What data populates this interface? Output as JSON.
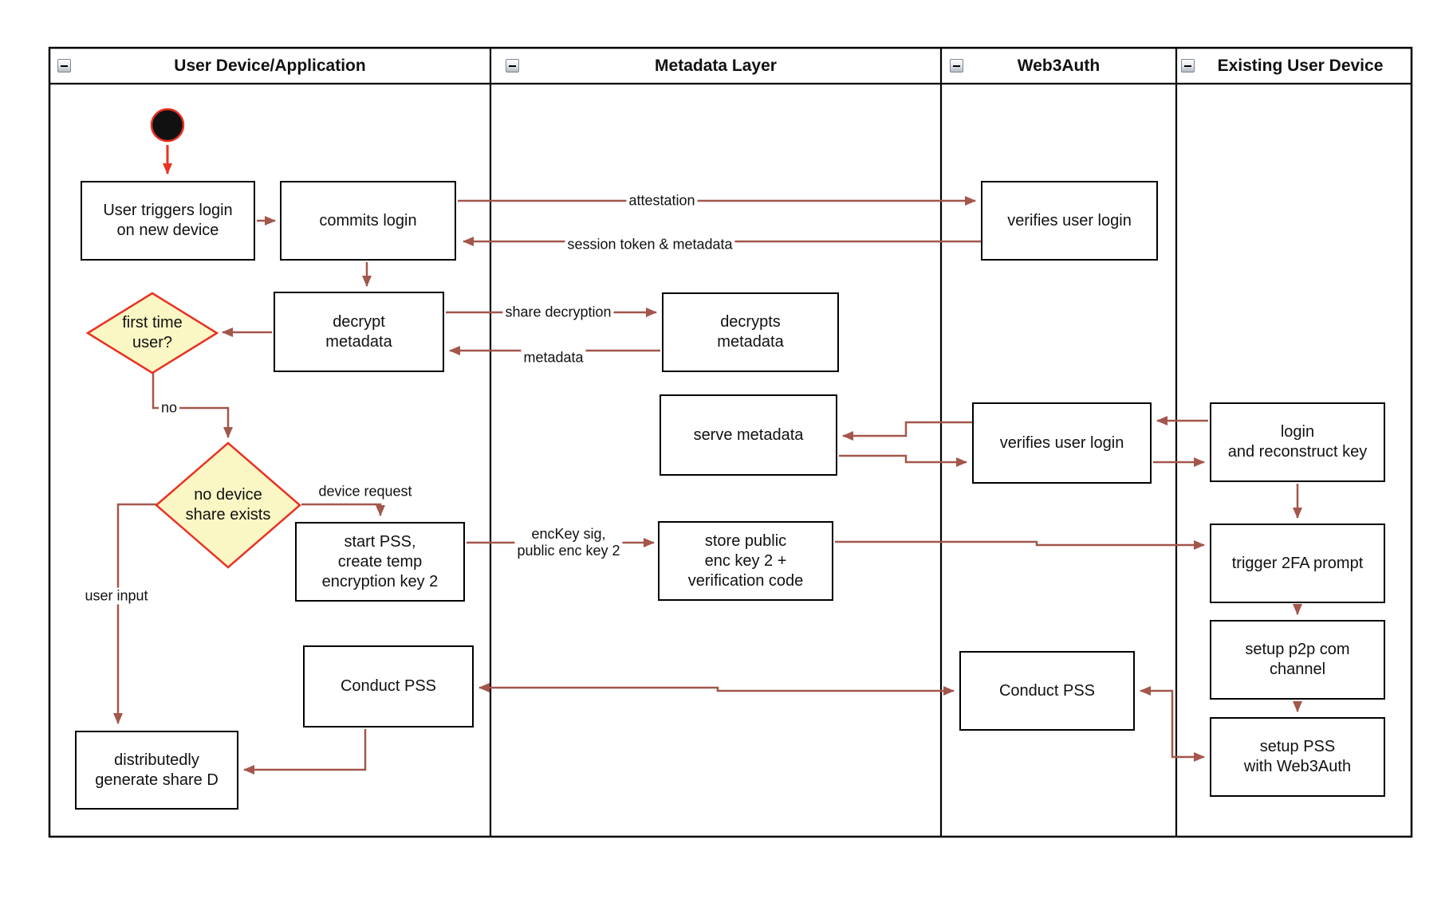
{
  "diagram": {
    "lanes": [
      {
        "label": "User Device/Application"
      },
      {
        "label": "Metadata Layer"
      },
      {
        "label": "Web3Auth"
      },
      {
        "label": "Existing User Device"
      }
    ]
  },
  "nodes": {
    "user_triggers_login": {
      "label": "User triggers login\non new device"
    },
    "commits_login": {
      "label": "commits login"
    },
    "decrypt_metadata": {
      "label": "decrypt\nmetadata"
    },
    "first_time_user": {
      "label": "first time\nuser?"
    },
    "no_device_share": {
      "label": "no device\nshare exists"
    },
    "start_pss": {
      "label": "start PSS,\ncreate temp\nencryption key 2"
    },
    "conduct_pss_user": {
      "label": "Conduct PSS"
    },
    "distributedly_generate": {
      "label": "distributedly\ngenerate share D"
    },
    "decrypts_metadata": {
      "label": "decrypts\nmetadata"
    },
    "serve_metadata": {
      "label": "serve metadata"
    },
    "store_public_enc_key": {
      "label": "store public\nenc key 2 +\nverification code"
    },
    "verifies_user_login_top": {
      "label": "verifies user login"
    },
    "verifies_user_login_mid": {
      "label": "verifies user login"
    },
    "conduct_pss_web3auth": {
      "label": "Conduct PSS"
    },
    "login_reconstruct_key": {
      "label": "login\nand reconstruct key"
    },
    "trigger_2fa_prompt": {
      "label": "trigger 2FA prompt"
    },
    "setup_p2p_channel": {
      "label": "setup p2p com\nchannel"
    },
    "setup_pss_web3auth": {
      "label": "setup PSS\nwith Web3Auth"
    }
  },
  "edge_labels": {
    "attestation": "attestation",
    "session_token": "session token & metadata",
    "share_decryption": "share decryption",
    "metadata": "metadata",
    "no": "no",
    "device_request": "device request",
    "enckey_sig": "encKey sig,\npublic enc key 2",
    "user_input": "user input"
  },
  "colors": {
    "arrow": "#a3564b",
    "accent_red": "#e93223",
    "decision_fill": "#fbf7c5",
    "border": "#000000"
  }
}
